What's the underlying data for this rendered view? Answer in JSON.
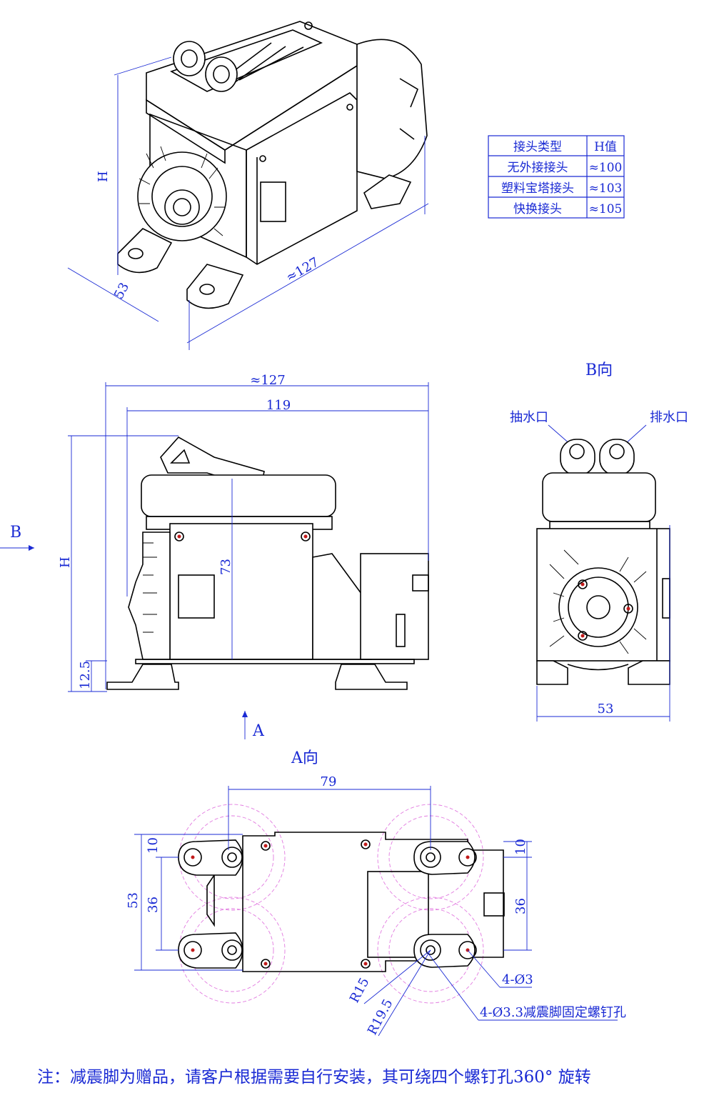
{
  "table": {
    "headers": [
      "接头类型",
      "H值"
    ],
    "rows": [
      [
        "无外接接头",
        "≈100"
      ],
      [
        "塑料宝塔接头",
        "≈103"
      ],
      [
        "快换接头",
        "≈105"
      ]
    ]
  },
  "iso_view": {
    "height_label": "H",
    "depth_label": "53",
    "length_label": "≈127"
  },
  "side_view": {
    "overall_length": "≈127",
    "body_length": "119",
    "height_label": "H",
    "inner_height": "73",
    "foot_height": "12.5",
    "arrow_b_label": "B",
    "arrow_a_label": "A"
  },
  "b_view": {
    "title": "B向",
    "suction_label": "抽水口",
    "discharge_label": "排水口",
    "width_label": "53"
  },
  "a_view": {
    "title": "A向",
    "span_label": "79",
    "left_top_offset": "10",
    "right_top_offset": "10",
    "overall_width": "53",
    "left_pitch": "36",
    "right_pitch": "36",
    "r_inner": "R15",
    "r_outer": "R19.5",
    "hole_label": "4-Ø3",
    "foot_hole_label": "4-Ø3.3减震脚固定螺钉孔"
  },
  "note": "注：减震脚为赠品，请客户根据需要自行安装，其可绕四个螺钉孔360° 旋转",
  "colors": {
    "dimension": "#1a2ad4",
    "outline": "#000000",
    "foot_circle": "#e27be0",
    "hole": "#c21a1a"
  }
}
